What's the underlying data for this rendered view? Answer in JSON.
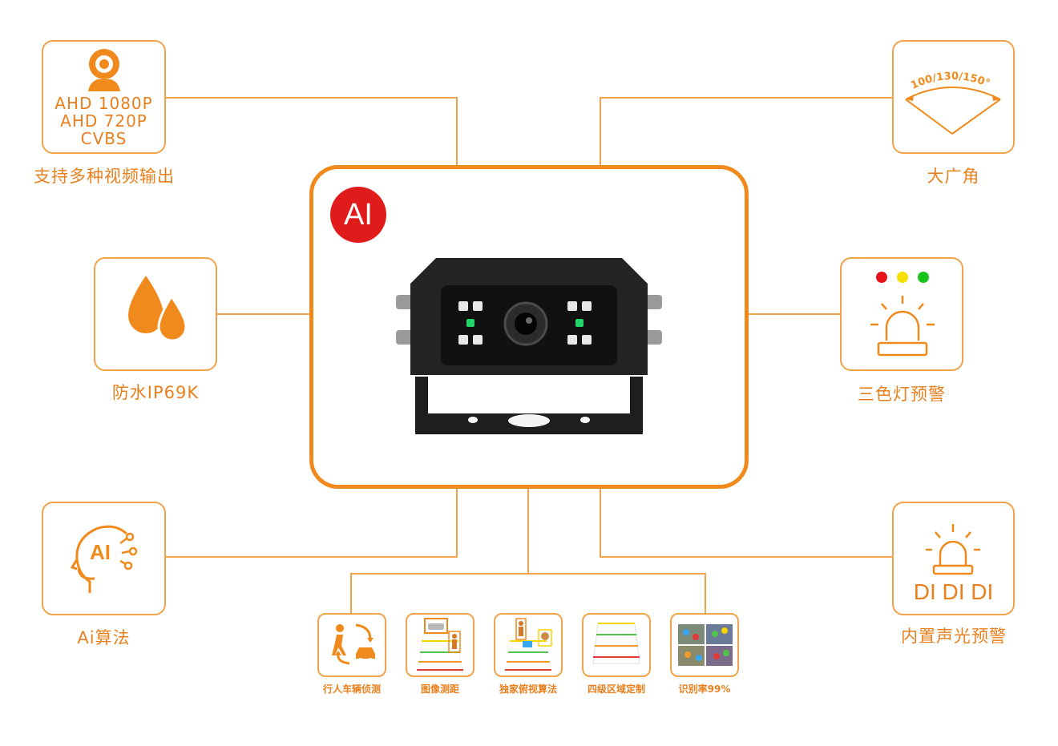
{
  "badge": "AI",
  "video": {
    "formats": [
      "AHD 1080P",
      "AHD 720P",
      "CVBS"
    ],
    "caption": "支持多种视频输出",
    "icon": "webcam-icon"
  },
  "angle": {
    "values": "100/130/150°",
    "caption": "大广角",
    "icon": "wide-angle-icon"
  },
  "waterproof": {
    "caption": "防水IP69K",
    "icon": "water-drops-icon"
  },
  "tricolor": {
    "caption": "三色灯预警",
    "icon": "alarm-light-icon",
    "colors": [
      "#e8121b",
      "#f6e000",
      "#19c41d"
    ]
  },
  "ai_algo": {
    "caption": "Ai算法",
    "icon": "ai-head-icon",
    "icon_text": "AI"
  },
  "sound": {
    "text": "DI DI DI",
    "caption": "内置声光预警",
    "icon": "siren-icon"
  },
  "features": [
    {
      "label": "行人车辆侦测",
      "icon": "pedestrian-vehicle-icon"
    },
    {
      "label": "图像测距",
      "icon": "image-ranging-icon"
    },
    {
      "label": "独家俯视算法",
      "icon": "top-view-algorithm-icon"
    },
    {
      "label": "四级区域定制",
      "icon": "four-level-zone-icon"
    },
    {
      "label": "识别率99%",
      "icon": "recognition-rate-icon"
    }
  ],
  "colors": {
    "accent": "#f08a1c",
    "badge": "#e01b1b"
  }
}
